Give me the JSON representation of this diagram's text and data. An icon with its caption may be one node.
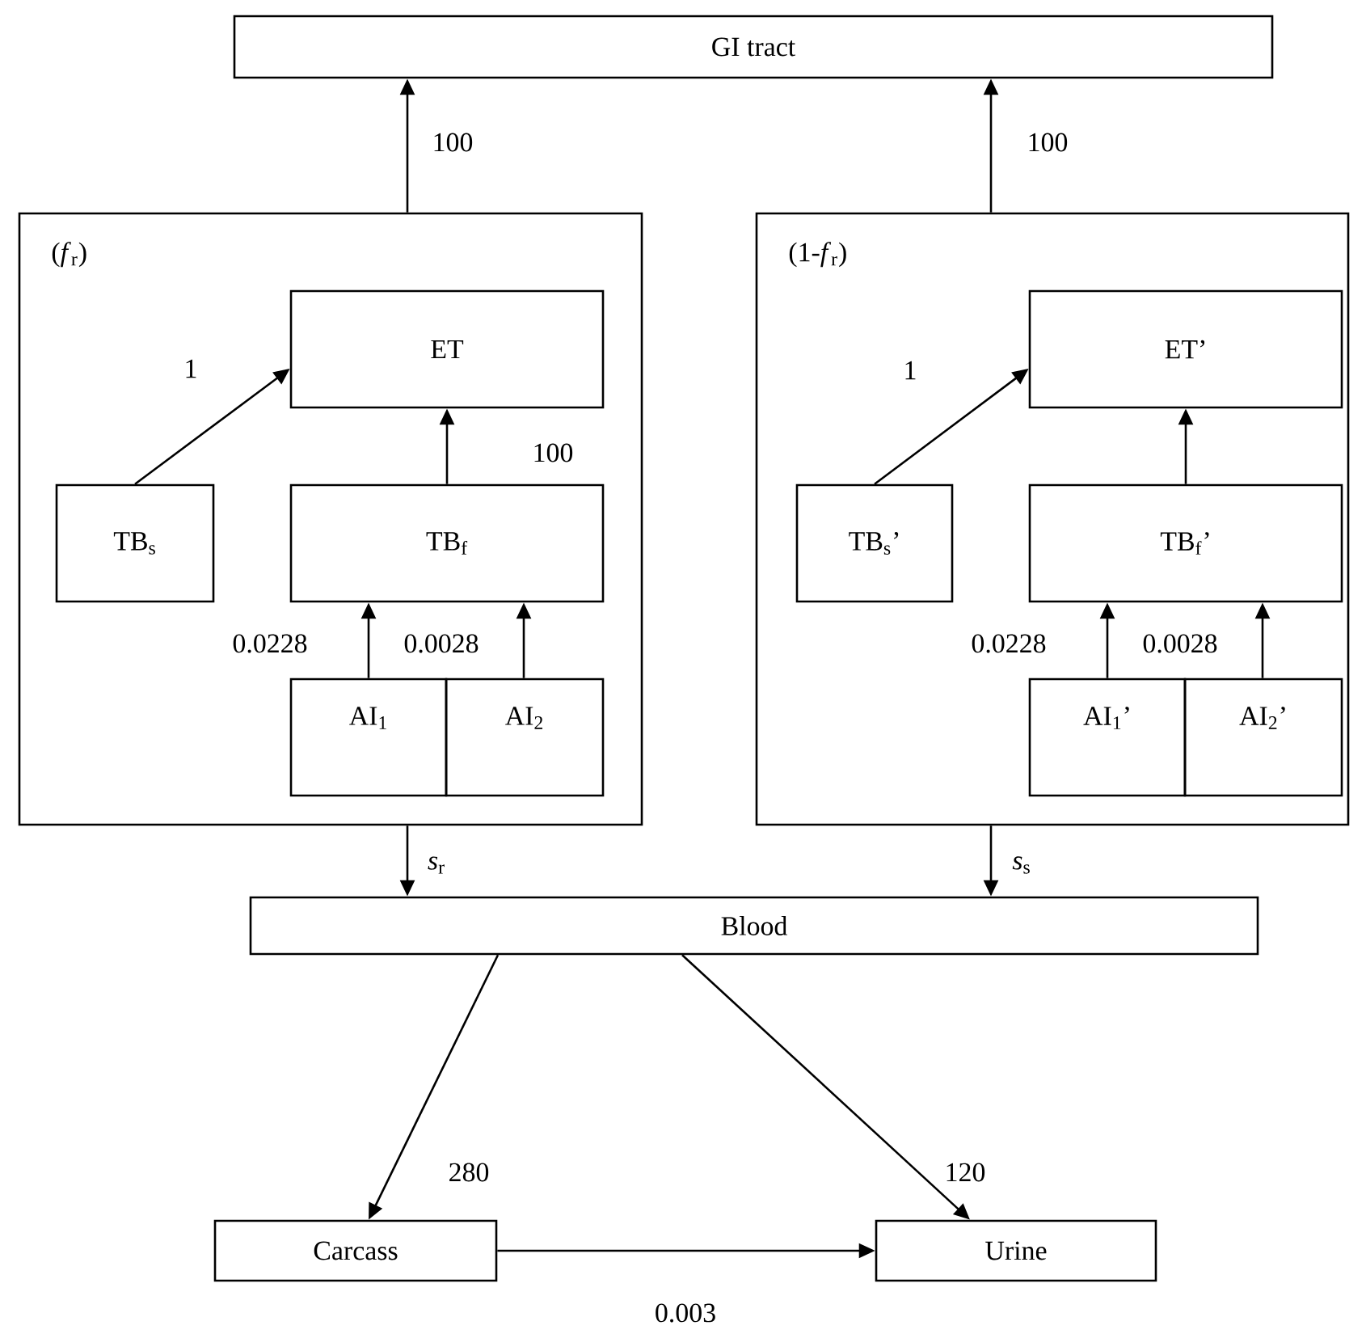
{
  "diagram": {
    "nodes": [
      {
        "text": [
          "GI tract"
        ]
      },
      {
        "text": [
          "(*f*$_{r}$)"
        ]
      },
      {
        "text": [
          "ET"
        ],
        "in": 1
      },
      {
        "text": [
          "TB$_{s}$"
        ],
        "in": 1
      },
      {
        "text": [
          "TB$_{f}$"
        ],
        "in": 1
      },
      {
        "text": [
          "AI$_{1}$"
        ],
        "in": 1
      },
      {
        "text": [
          "AI$_{2}$"
        ],
        "in": 1
      },
      {
        "text": [
          "(1-*f*$_{r}$)"
        ]
      },
      {
        "text": [
          "ET’"
        ],
        "in": 7
      },
      {
        "text": [
          "TB$_{s}$’"
        ],
        "in": 7
      },
      {
        "text": [
          "TB$_{f}$’"
        ],
        "in": 7
      },
      {
        "text": [
          "AI$_{1}$’"
        ],
        "in": 7
      },
      {
        "text": [
          "AI$_{2}$’"
        ],
        "in": 7
      },
      {
        "text": [
          "Blood"
        ]
      },
      {
        "text": [
          "Carcass"
        ]
      },
      {
        "text": [
          "Urine"
        ]
      }
    ],
    "edges": [
      {
        "from": 1,
        "to": 0,
        "arrow": "to",
        "label": "100"
      },
      {
        "from": 7,
        "to": 0,
        "arrow": "to",
        "label": "100"
      },
      {
        "from": 3,
        "to": 2,
        "arrow": "to",
        "label": "1"
      },
      {
        "from": 4,
        "to": 2,
        "arrow": "to",
        "label": "100"
      },
      {
        "from": 5,
        "to": 4,
        "arrow": "to",
        "label": "0.0228"
      },
      {
        "from": 6,
        "to": 4,
        "arrow": "to",
        "label": "0.0028"
      },
      {
        "from": 9,
        "to": 8,
        "arrow": "to",
        "label": "1"
      },
      {
        "from": 10,
        "to": 8,
        "arrow": "to"
      },
      {
        "from": 11,
        "to": 10,
        "arrow": "to",
        "label": "0.0228"
      },
      {
        "from": 12,
        "to": 10,
        "arrow": "to",
        "label": "0.0028"
      },
      {
        "from": 1,
        "to": 13,
        "arrow": "to",
        "label": "*s*$_{r}$"
      },
      {
        "from": 7,
        "to": 13,
        "arrow": "to",
        "label": "*s*$_{s}$"
      },
      {
        "from": 13,
        "to": 14,
        "arrow": "to",
        "label": "280"
      },
      {
        "from": 13,
        "to": 15,
        "arrow": "to",
        "label": "120"
      },
      {
        "from": 14,
        "to": 15,
        "arrow": "to",
        "label": "0.003"
      }
    ]
  }
}
